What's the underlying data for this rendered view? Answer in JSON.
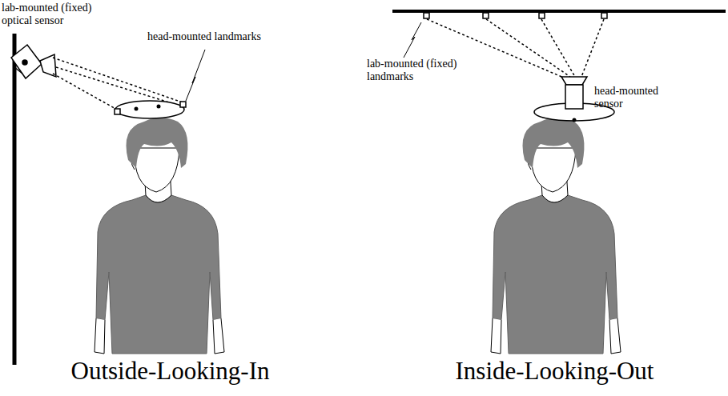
{
  "diagram": {
    "labels": [
      "lab-mounted (fixed) optical sensor",
      "head-mounted landmarks",
      "lab-mounted (fixed) landmarks",
      "head-mounted sensor",
      "Outside-Looking-In",
      "Inside-Looking-Out"
    ]
  }
}
